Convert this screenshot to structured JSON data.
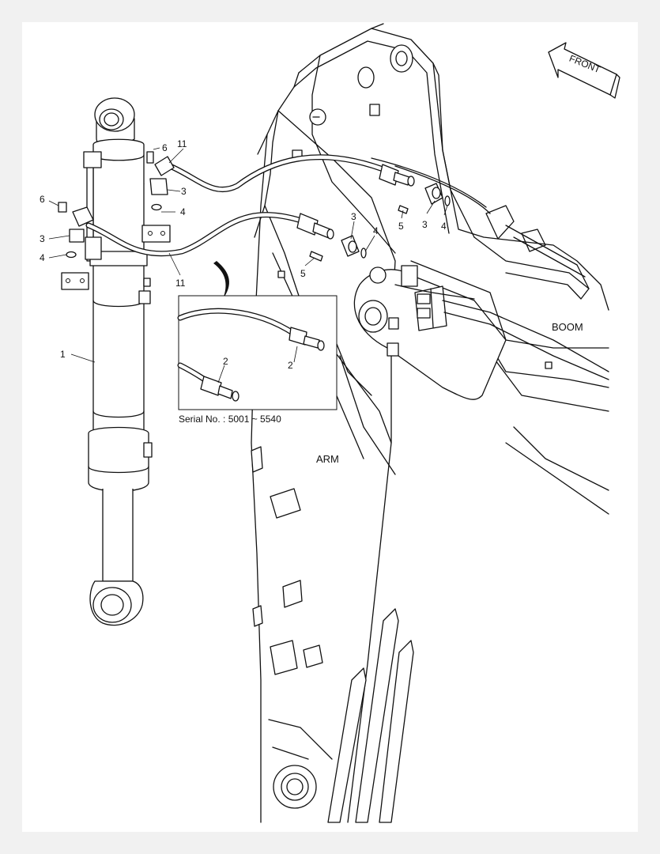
{
  "callouts": {
    "c1": "1",
    "c2a": "2",
    "c2b": "2",
    "c3a": "3",
    "c3b": "3",
    "c3c": "3",
    "c3d": "3",
    "c4a": "4",
    "c4b": "4",
    "c4c": "4",
    "c4d": "4",
    "c5a": "5",
    "c5b": "5",
    "c6a": "6",
    "c6b": "6",
    "c11a": "11",
    "c11b": "11"
  },
  "labels": {
    "front": "FRONT",
    "boom": "BOOM",
    "arm": "ARM"
  },
  "inset": {
    "serial_note": "Serial No. : 5001 ~ 5540"
  }
}
